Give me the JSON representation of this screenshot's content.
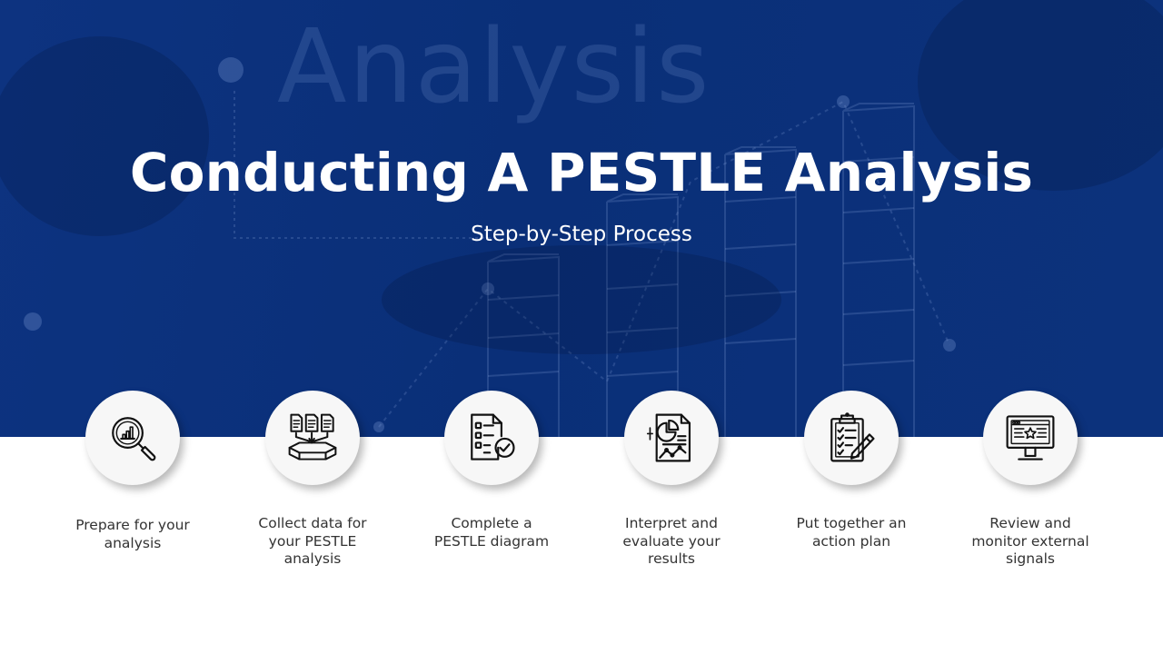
{
  "hero": {
    "background_word": "Analysis",
    "title": "Conducting A PESTLE Analysis",
    "subtitle": "Step-by-Step Process"
  },
  "colors": {
    "hero_blue": "#0b3079",
    "text_dark": "#333333",
    "circle_fill": "#f7f7f7",
    "white": "#ffffff"
  },
  "steps": [
    {
      "icon": "magnifier-chart-icon",
      "label_line1": "Prepare for your",
      "label_line2": "analysis",
      "label_line3": ""
    },
    {
      "icon": "documents-collect-icon",
      "label_line1": "Collect data for",
      "label_line2": "your PESTLE",
      "label_line3": "analysis"
    },
    {
      "icon": "checklist-check-icon",
      "label_line1": "Complete a",
      "label_line2": "PESTLE diagram",
      "label_line3": ""
    },
    {
      "icon": "report-chart-icon",
      "label_line1": "Interpret and",
      "label_line2": "evaluate your",
      "label_line3": "results"
    },
    {
      "icon": "clipboard-pencil-icon",
      "label_line1": "Put together an",
      "label_line2": "action plan",
      "label_line3": ""
    },
    {
      "icon": "monitor-review-icon",
      "label_line1": "Review and",
      "label_line2": "monitor external",
      "label_line3": "signals"
    }
  ]
}
